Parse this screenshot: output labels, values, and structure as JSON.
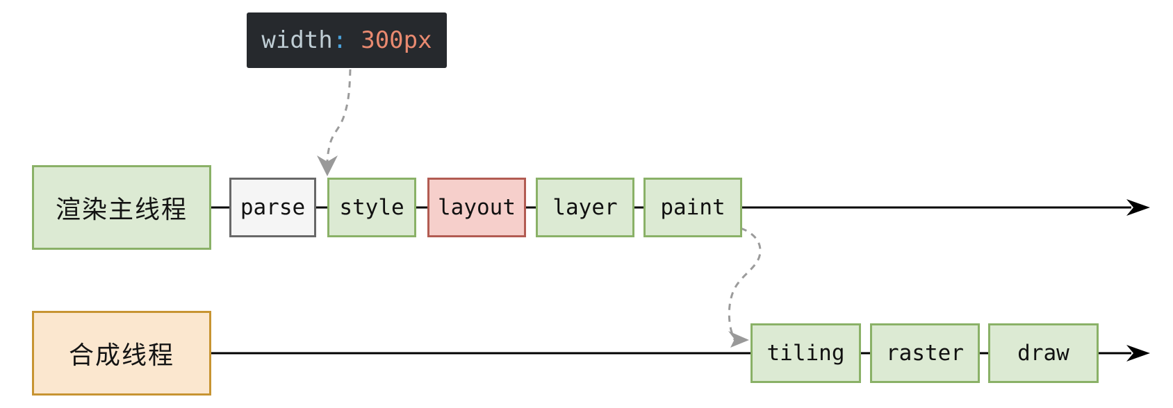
{
  "tooltip": {
    "property": "width",
    "separator": ":",
    "value": "300px",
    "bg_color": "#26292d",
    "property_color": "#bfcdd4",
    "separator_color": "#4ba3dc",
    "value_color": "#e98a70"
  },
  "threads": [
    {
      "id": "render-main-thread",
      "label": "渲染主线程",
      "fill": "#dcead3",
      "stroke": "#8ab167",
      "steps": [
        {
          "label": "parse",
          "fill": "#f5f5f5",
          "stroke": "#686868"
        },
        {
          "label": "style",
          "fill": "#dcead3",
          "stroke": "#8ab167"
        },
        {
          "label": "layout",
          "fill": "#f6cfcb",
          "stroke": "#b25b52"
        },
        {
          "label": "layer",
          "fill": "#dcead3",
          "stroke": "#8ab167"
        },
        {
          "label": "paint",
          "fill": "#dcead3",
          "stroke": "#8ab167"
        }
      ]
    },
    {
      "id": "compositor-thread",
      "label": "合成线程",
      "fill": "#fbe7cf",
      "stroke": "#c79432",
      "steps": [
        {
          "label": "tiling",
          "fill": "#dcead3",
          "stroke": "#8ab167"
        },
        {
          "label": "raster",
          "fill": "#dcead3",
          "stroke": "#8ab167"
        },
        {
          "label": "draw",
          "fill": "#dcead3",
          "stroke": "#8ab167"
        }
      ]
    }
  ],
  "connectors": {
    "timeline_color": "#000000",
    "dashed_color": "#9b9b9b",
    "tooltip_arrow_target": "style",
    "handoff_from": "paint",
    "handoff_to": "tiling"
  }
}
